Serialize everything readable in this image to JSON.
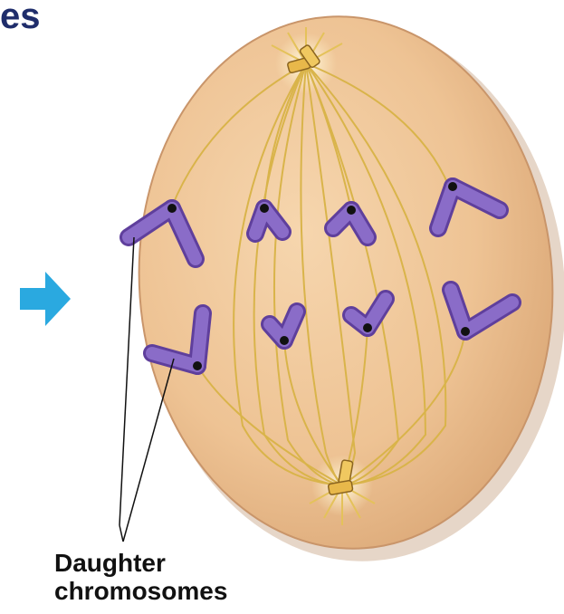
{
  "header": {
    "title_fragment": "es"
  },
  "label": {
    "line1": "Daughter",
    "line2": "chromosomes"
  },
  "colors": {
    "cell_fill": "#f0c89a",
    "cell_edge": "#c9956a",
    "spindle": "#d9b44a",
    "chromosome": "#7b5ab8",
    "centromere": "#111111",
    "arrow": "#2aa9e0",
    "title": "#1f2d6b"
  },
  "icons": {
    "centriole_top": "centriole-pair-icon",
    "centriole_bottom": "centriole-pair-icon",
    "arrow": "arrow-right-icon"
  }
}
